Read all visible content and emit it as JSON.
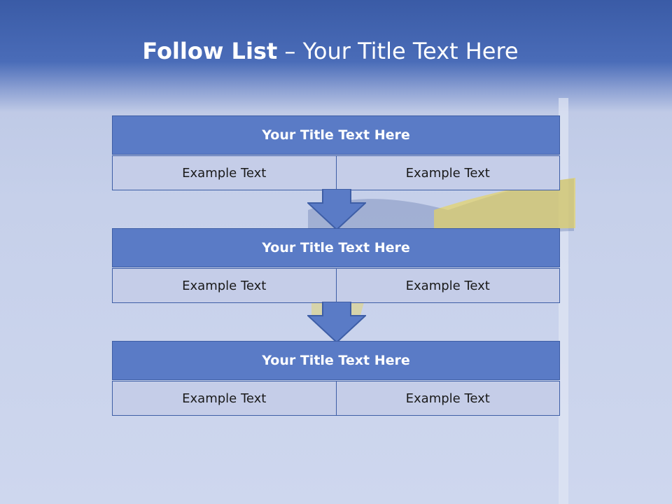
{
  "slide": {
    "title_bold": "Follow List",
    "title_rest": " – Your Title Text Here"
  },
  "steps": [
    {
      "title": "Your Title Text Here",
      "left": "Example Text",
      "right": "Example Text"
    },
    {
      "title": "Your Title Text Here",
      "left": "Example Text",
      "right": "Example Text"
    },
    {
      "title": "Your Title Text Here",
      "left": "Example Text",
      "right": "Example Text"
    }
  ],
  "colors": {
    "header_band": "#3a5ba6",
    "step_title_fill": "#5a7bc6",
    "step_cell_fill": "#c5cde8",
    "border": "#3e5ea6",
    "flag_yellow": "#e8d45a",
    "flag_blue": "#5b73a8"
  },
  "icons": {
    "connector": "arrow-down-icon"
  }
}
